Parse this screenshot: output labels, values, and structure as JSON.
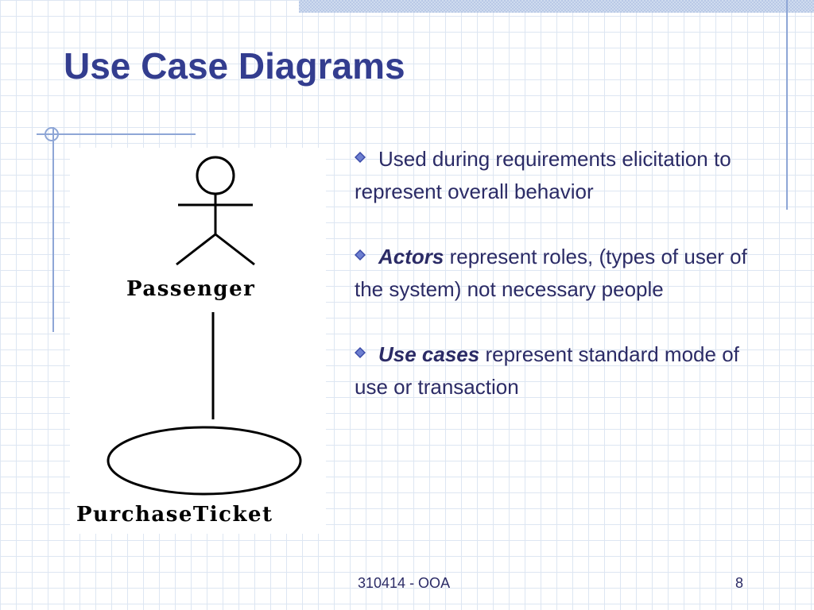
{
  "slide": {
    "title": "Use Case Diagrams",
    "footer_code": "310414 - OOA",
    "page_number": "8"
  },
  "diagram": {
    "actor_label": "Passenger",
    "use_case_label": "PurchaseTicket"
  },
  "bullets": [
    {
      "emphasis": "",
      "text": "Used during requirements elicitation to represent overall behavior"
    },
    {
      "emphasis": "Actors",
      "text": " represent roles, (types of user of the system) not necessary people"
    },
    {
      "emphasis": "Use cases",
      "text": " represent standard mode of use or transaction"
    }
  ],
  "colors": {
    "title": "#333d8f",
    "body_text": "#2b2b66",
    "accent_rule": "#8ea6d6",
    "bullet_diamond": "#3a4aa8"
  },
  "icons": {
    "bullet": "diamond-bullet-icon"
  }
}
